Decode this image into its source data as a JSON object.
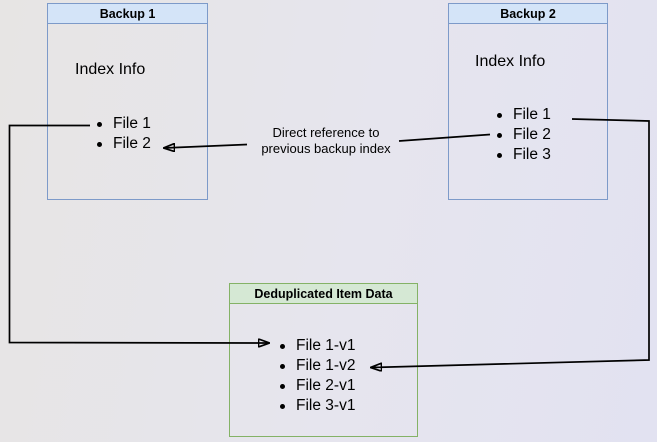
{
  "diagram": {
    "backup1": {
      "title": "Backup 1",
      "index_label": "Index Info",
      "files": [
        "File 1",
        "File 2"
      ]
    },
    "backup2": {
      "title": "Backup 2",
      "index_label": "Index Info",
      "files": [
        "File 1",
        "File 2",
        "File 3"
      ]
    },
    "dedup": {
      "title": "Deduplicated Item Data",
      "items": [
        "File 1-v1",
        "File 1-v2",
        "File 2-v1",
        "File 3-v1"
      ]
    },
    "annotation": {
      "line1": "Direct reference to",
      "line2": "previous backup index"
    },
    "colors": {
      "blue_border": "#7d9ac9",
      "blue_header_fill": "#d4e4f8",
      "green_border": "#84b266",
      "green_header_fill": "#d5e8d4",
      "connector": "#000000",
      "background_left": "#e7e5e4",
      "background_right": "#e2e2f1"
    }
  }
}
